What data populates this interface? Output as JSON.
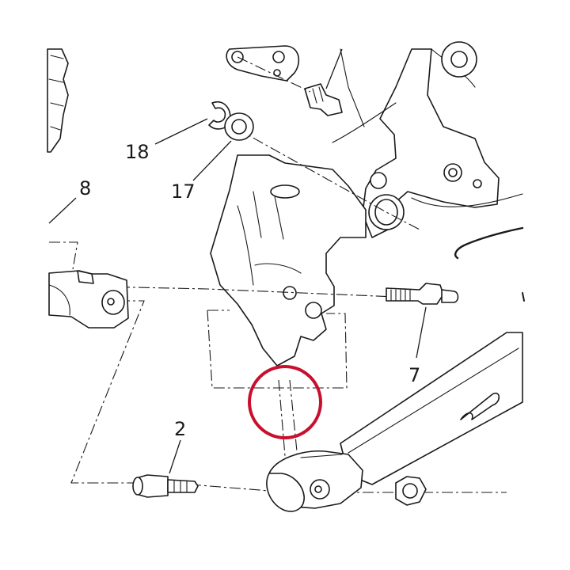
{
  "diagram": {
    "callouts": [
      {
        "id": "18",
        "text": "18"
      },
      {
        "id": "17",
        "text": "17"
      },
      {
        "id": "8",
        "text": "8"
      },
      {
        "id": "7",
        "text": "7"
      },
      {
        "id": "2",
        "text": "2"
      }
    ],
    "highlight_color": "#c8102e",
    "line_color": "#1a1a1a"
  }
}
